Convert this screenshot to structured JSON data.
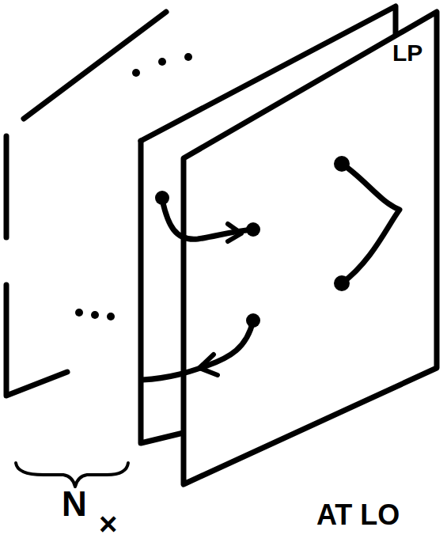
{
  "diagram": {
    "nodes": [
      {
        "text": [
          "LP"
        ]
      }
    ],
    "labels": [
      "N",
      "×",
      "AT LO"
    ]
  }
}
